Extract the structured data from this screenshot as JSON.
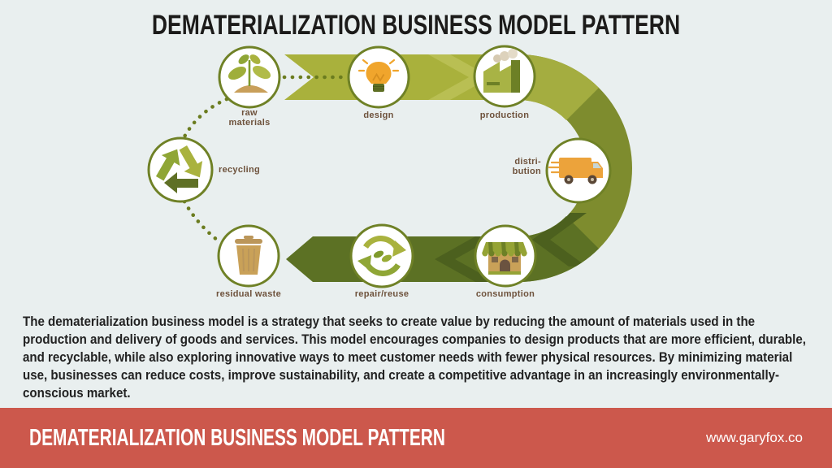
{
  "title": "DEMATERIALIZATION BUSINESS MODEL PATTERN",
  "description": "The dematerialization business model is a strategy that seeks to create value by reducing the amount of materials used in the production and delivery of goods and services. This model encourages companies to design products that are more efficient, durable, and recyclable, while also exploring innovative ways to meet customer needs with fewer physical resources. By minimizing material use, businesses can reduce costs, improve sustainability, and create a competitive advantage in an increasingly environmentally-conscious market.",
  "footer": {
    "title": "DEMATERIALIZATION BUSINESS MODEL PATTERN",
    "website": "www.garyfox.co"
  },
  "diagram": {
    "labels": {
      "raw_materials_line1": "raw",
      "raw_materials_line2": "materials",
      "design": "design",
      "production": "production",
      "distribution_line1": "distri-",
      "distribution_line2": "bution",
      "recycling": "recycling",
      "residual_waste": "residual waste",
      "repair_reuse": "repair/reuse",
      "consumption": "consumption"
    },
    "stages": [
      {
        "label": "raw materials",
        "icon": "plant-icon"
      },
      {
        "label": "design",
        "icon": "lightbulb-icon"
      },
      {
        "label": "production",
        "icon": "factory-icon"
      },
      {
        "label": "distribution",
        "icon": "truck-icon"
      },
      {
        "label": "consumption",
        "icon": "store-icon"
      },
      {
        "label": "repair/reuse",
        "icon": "repair-arrows-icon"
      },
      {
        "label": "residual waste",
        "icon": "trash-can-icon"
      },
      {
        "label": "recycling",
        "icon": "recycle-icon"
      }
    ]
  },
  "colors": {
    "bg": "#e9efef",
    "title_color": "#1c1b1a",
    "band_light": "#a9b13c",
    "band_light_arrow": "#b9bf53",
    "band_curve": "#7e8c2e",
    "band_curve_light": "#a4ad40",
    "band_dark": "#5c7124",
    "band_dark_arrow": "#4c601e",
    "dot": "#6b7c1f",
    "circle_border": "#6f8126",
    "label_brown": "#6e523c",
    "footer_red": "#cc584c",
    "footer_text": "#ffffff"
  }
}
